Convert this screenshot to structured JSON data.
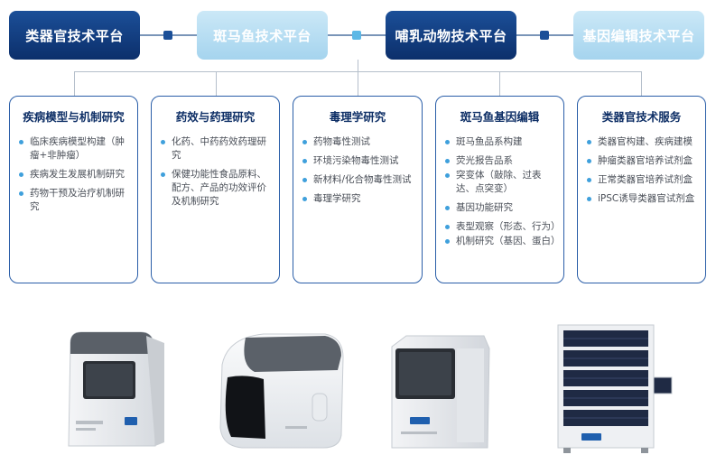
{
  "platforms": [
    {
      "label": "类器官技术平台",
      "style": "dark"
    },
    {
      "label": "斑马鱼技术平台",
      "style": "light"
    },
    {
      "label": "哺乳动物技术平台",
      "style": "dark"
    },
    {
      "label": "基因编辑技术平台",
      "style": "light"
    }
  ],
  "cards": [
    {
      "title": "疾病模型与机制研究",
      "items": [
        "临床疾病模型构建（肿瘤+非肿瘤）",
        "疾病发生发展机制研究",
        "药物干预及治疗机制研究"
      ]
    },
    {
      "title": "药效与药理研究",
      "items": [
        "化药、中药药效药理研究",
        "保健功能性食品原料、配方、产品的功效评价及机制研究"
      ]
    },
    {
      "title": "毒理学研究",
      "items": [
        "药物毒性测试",
        "环境污染物毒性测试",
        "新材料/化合物毒性测试",
        "毒理学研究"
      ]
    },
    {
      "title": "斑马鱼基因编辑",
      "items": [
        "斑马鱼品系构建",
        "荧光报告品系",
        "突变体（敲除、过表达、点突变）",
        "基因功能研究",
        "表型观察（形态、行为）",
        "机制研究（基因、蛋白）"
      ]
    },
    {
      "title": "类器官技术服务",
      "items": [
        "类器官构建、疾病建模",
        "肿瘤类器官培养试剂盒",
        "正常类器官培养试剂盒",
        "iPSC诱导类器官试剂盒"
      ]
    }
  ],
  "colors": {
    "navy": "#0c2f6b",
    "light_blue": "#a5d4ee",
    "card_border": "#2a5ea8",
    "bullet": "#3fa0dc"
  },
  "devices": [
    "benchtop-incubator",
    "round-imaging-station",
    "imaging-analyzer",
    "storage-rack-cabinet"
  ]
}
